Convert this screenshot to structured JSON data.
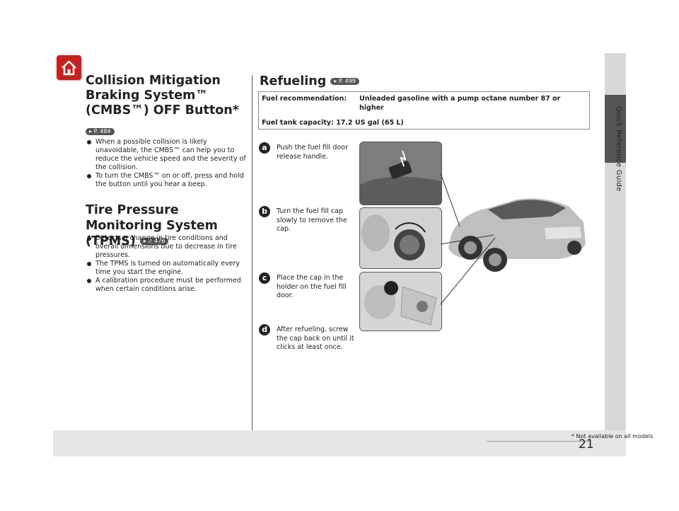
{
  "side_tab": {
    "label": "Quick Reference Guide"
  },
  "cmbs": {
    "title": "Collision Mitigation Braking System™ (CMBS™) OFF Button*",
    "page_ref": "P. 484",
    "bullets": [
      "When a possible collision is likely unavoidable, the CMBS™ can help you to reduce the vehicle speed and the severity of the collision.",
      "To turn the CMBS™ on or off, press and hold the button until you hear a beep."
    ]
  },
  "tpms": {
    "title": "Tire Pressure Monitoring System (TPMS)",
    "page_ref": "P. 476",
    "bullets": [
      "Detects a change in tire conditions and overall dimensions due to decrease in tire pressures.",
      "The TPMS is turned on automatically every time you start the engine.",
      "A calibration procedure must be performed when certain conditions arise."
    ]
  },
  "refueling": {
    "title": "Refueling",
    "page_ref": "P. 499",
    "fuel_rec_label": "Fuel recommendation:",
    "fuel_rec_value": "Unleaded gasoline with a pump octane number 87 or higher",
    "fuel_capacity": "Fuel tank capacity: 17.2 US gal (65 L)",
    "steps": [
      {
        "num": "a",
        "text": "Push the fuel fill door release handle."
      },
      {
        "num": "b",
        "text": "Turn the fuel fill cap slowly to remove the cap."
      },
      {
        "num": "c",
        "text": "Place the cap in the holder on the fuel fill door."
      },
      {
        "num": "d",
        "text": "After refueling, screw the cap back on until it clicks at least once."
      }
    ]
  },
  "footer": {
    "note": "* Not available on all models",
    "page_number": "21"
  }
}
